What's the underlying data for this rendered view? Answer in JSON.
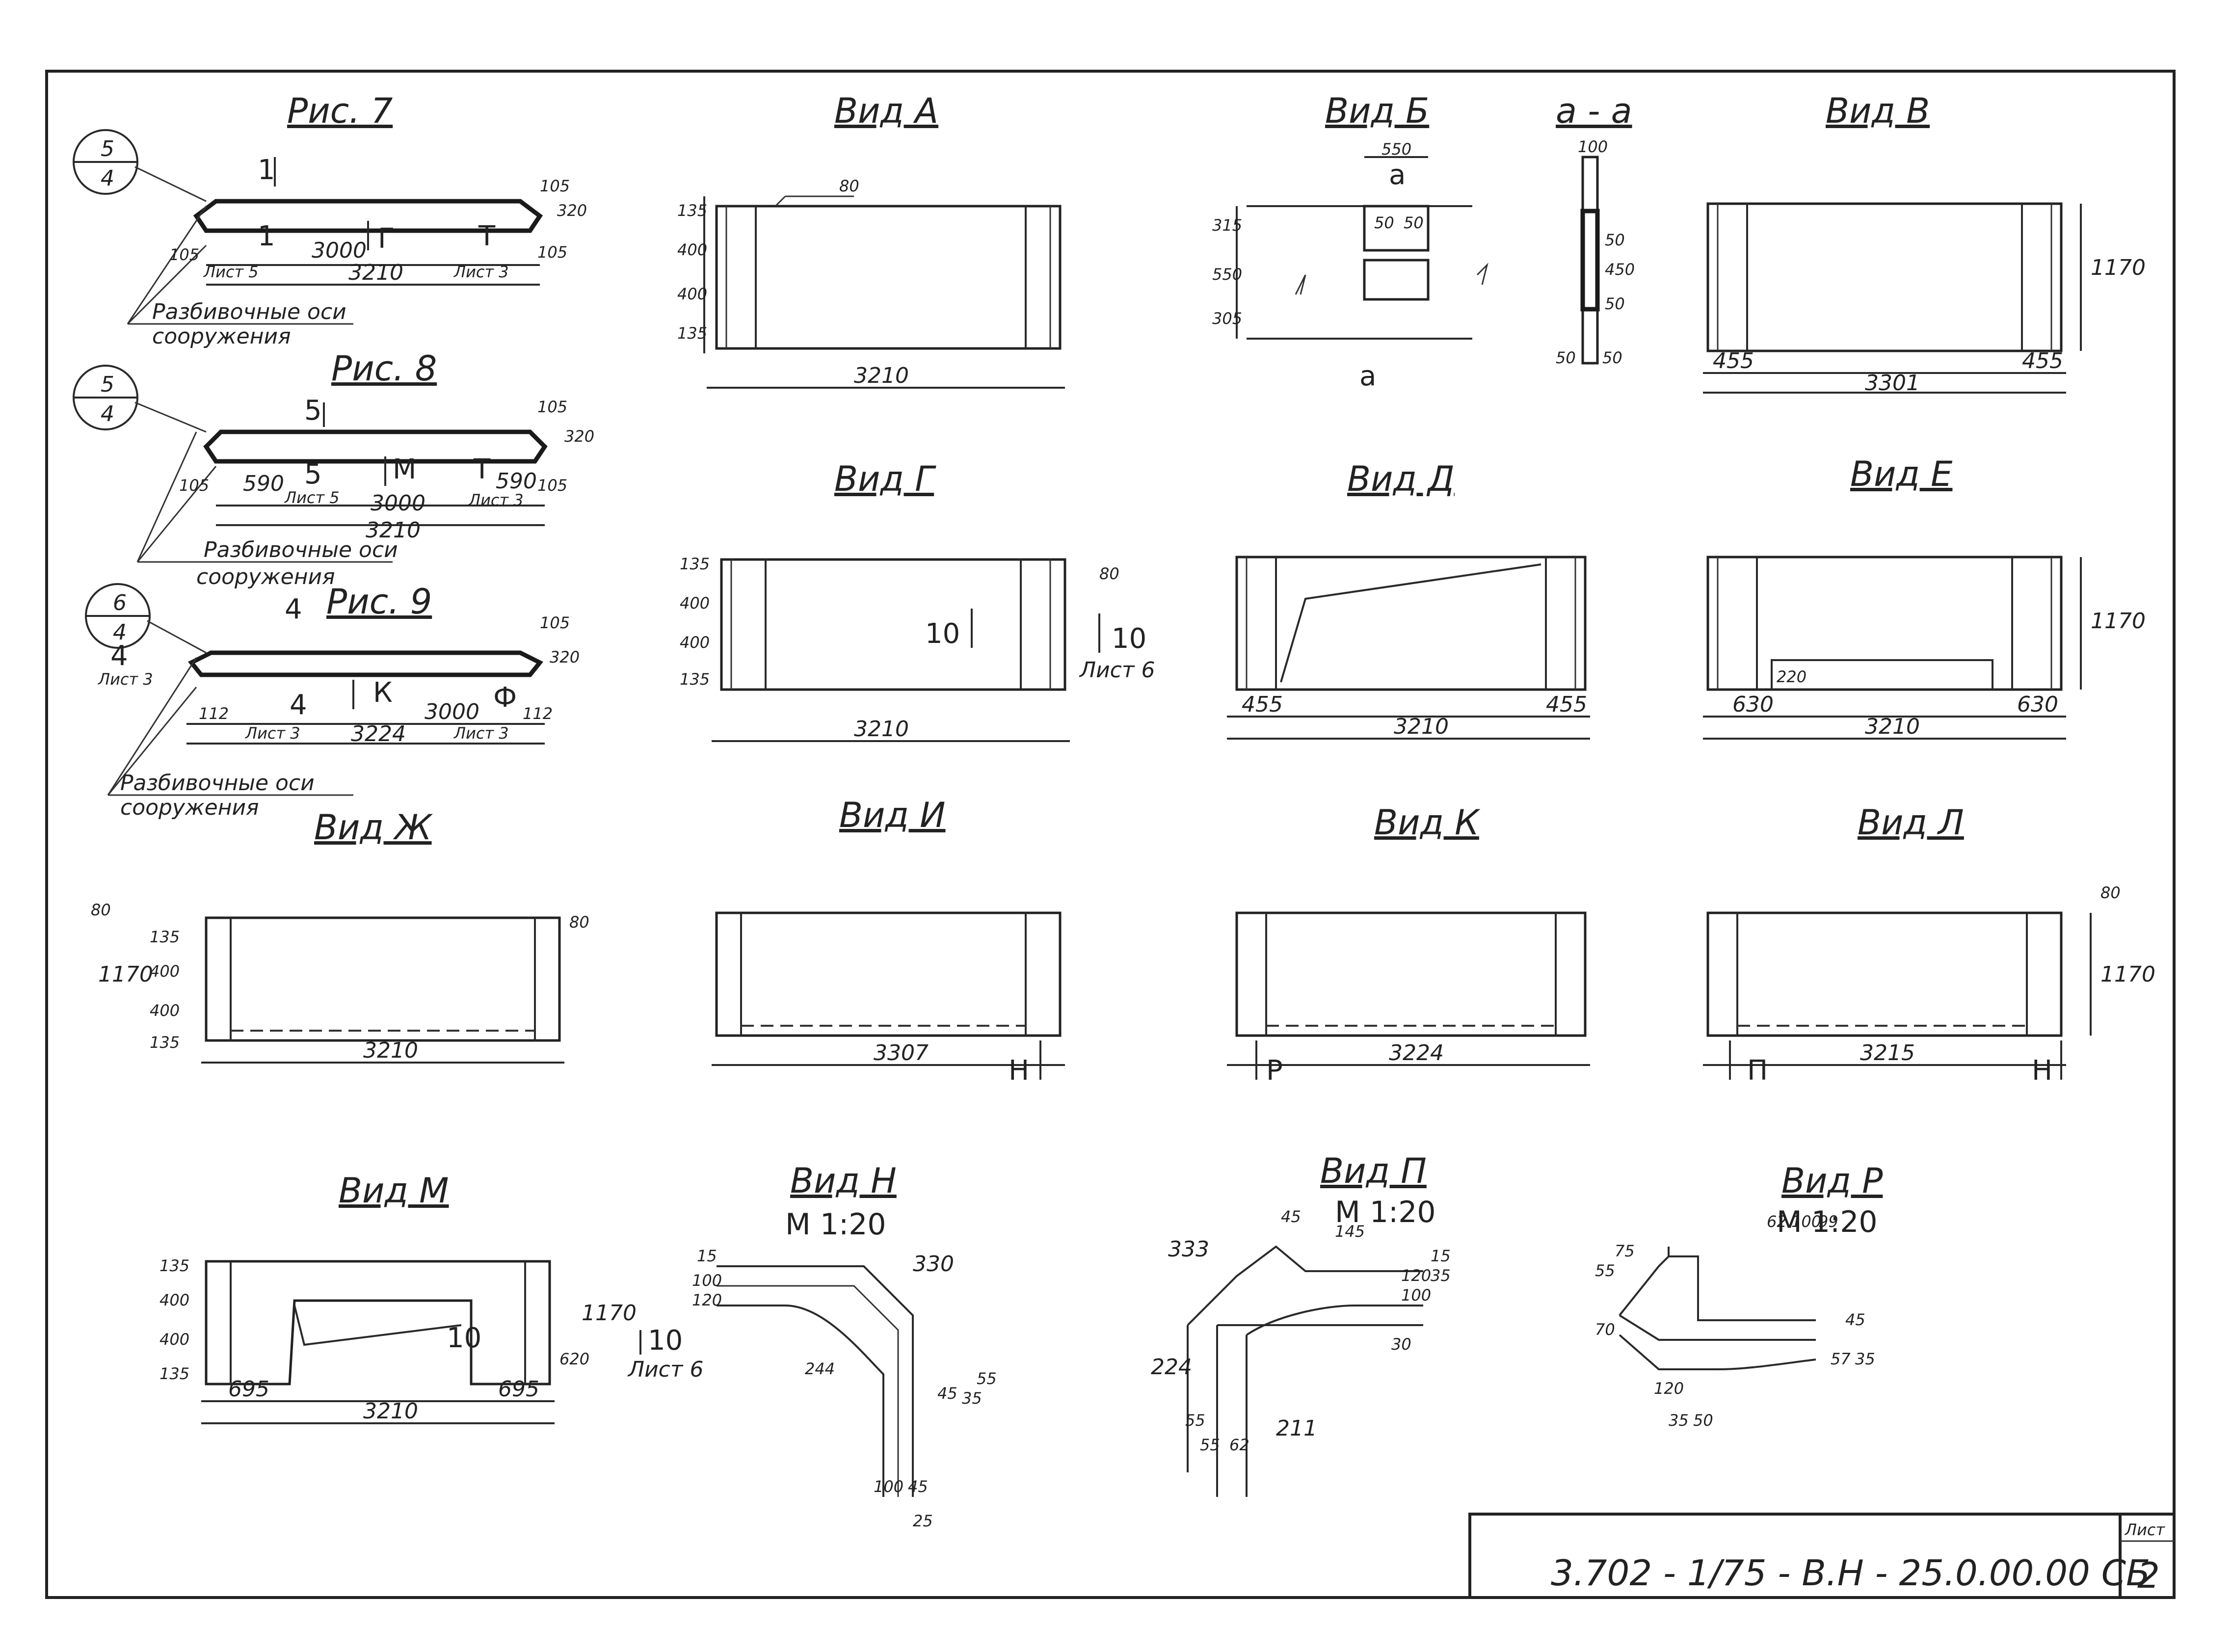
{
  "sheet": {
    "document_code": "3.702 - 1/75 - В.Н - 25.0.00.00 СБ",
    "sheet_label": "Лист",
    "sheet_number": "2"
  },
  "figures": {
    "ris7": {
      "title": "Рис. 7",
      "callout_top": "5",
      "callout_bottom": "4",
      "section_mark": "1",
      "section_mark2": "1",
      "view_mark_a": "Г",
      "view_mark_b": "Т",
      "dim_left": "105",
      "dim_mid": "3000",
      "dim_total": "3210",
      "dim_right": "105",
      "dim_h1": "105",
      "dim_h2": "320",
      "sheet_ref_a": "Лист 5",
      "sheet_ref_b": "Лист 3",
      "axes_line1": "Разбивочные оси",
      "axes_line2": "сооружения"
    },
    "ris8": {
      "title": "Рис. 8",
      "callout_top": "5",
      "callout_bottom": "4",
      "section_mark": "5",
      "section_mark2": "5",
      "view_mark_a": "М",
      "view_mark_b": "Т",
      "dim_left": "105",
      "dim_a": "590",
      "dim_mid": "3000",
      "dim_b": "590",
      "dim_right": "105",
      "dim_total": "3210",
      "dim_h1": "105",
      "dim_h2": "320",
      "sheet_ref_a": "Лист 5",
      "sheet_ref_b": "Лист 3",
      "axes_line1": "Разбивочные оси",
      "axes_line2": "сооружения"
    },
    "ris9": {
      "title": "Рис. 9",
      "callout_top": "6",
      "callout_bottom": "4",
      "section_mark": "4",
      "section_mark2": "4",
      "section_mark3": "4",
      "view_mark_a": "К",
      "view_mark_b": "Ф",
      "dim_left": "112",
      "dim_mid": "3000",
      "dim_total": "3224",
      "dim_right": "112",
      "dim_h1": "105",
      "dim_h2": "320",
      "sheet_ref_a": "Лист 3",
      "sheet_ref_b": "Лист 3",
      "sheet_ref_c": "Лист 3",
      "axes_line1": "Разбивочные оси",
      "axes_line2": "сооружения"
    }
  },
  "views": {
    "A": {
      "title": "Вид А",
      "width": "3210",
      "top": "80",
      "left_dims": [
        "135",
        "400",
        "400",
        "135"
      ]
    },
    "B": {
      "title": "Вид Б",
      "w_top": "550",
      "left_dims": [
        "315",
        "550",
        "305"
      ],
      "inner": [
        "50",
        "50"
      ],
      "cut": "а"
    },
    "aa": {
      "title": "а - а",
      "top": "100",
      "dims": [
        "50",
        "450",
        "50"
      ],
      "bottom": [
        "50",
        "50"
      ]
    },
    "V": {
      "title": "Вид В",
      "width": "3301",
      "left": "455",
      "right": "455",
      "height": "1170"
    },
    "G": {
      "title": "Вид Г",
      "width": "3210",
      "top": "80",
      "left_dims": [
        "135",
        "400",
        "400",
        "135"
      ],
      "mark": "10",
      "mark2": "10",
      "sheet_ref": "Лист 6"
    },
    "D": {
      "title": "Вид Д",
      "width": "3210",
      "left": "455",
      "right": "455"
    },
    "E": {
      "title": "Вид Е",
      "width": "3210",
      "left": "630",
      "right": "630",
      "height": "1170",
      "step": "220"
    },
    "Zh": {
      "title": "Вид Ж",
      "width": "3210",
      "top": "80",
      "height": "1170",
      "left_dims": [
        "135",
        "400",
        "400",
        "135"
      ],
      "extra": "80"
    },
    "I": {
      "title": "Вид И",
      "width": "3307",
      "mark_right": "Н"
    },
    "K": {
      "title": "Вид К",
      "width": "3224",
      "mark_left": "Р"
    },
    "L": {
      "title": "Вид Л",
      "width": "3215",
      "top": "80",
      "height": "1170",
      "mark_left": "П",
      "mark_right": "Н"
    },
    "M": {
      "title": "Вид М",
      "width": "3210",
      "left": "695",
      "right": "695",
      "height": "1170",
      "h_inner": "620",
      "left_dims": [
        "135",
        "400",
        "400",
        "135"
      ],
      "mark": "10",
      "mark2": "10",
      "sheet_ref": "Лист 6"
    },
    "N": {
      "title": "Вид Н",
      "scale": "М 1:20",
      "dims": [
        "330",
        "244",
        "100",
        "45",
        "35",
        "25",
        "15",
        "55",
        "45",
        "120",
        "100"
      ]
    },
    "P": {
      "title": "Вид П",
      "scale": "М 1:20",
      "dims": [
        "333",
        "224",
        "211",
        "145",
        "55",
        "55",
        "62",
        "15",
        "30",
        "120",
        "100",
        "45",
        "35"
      ]
    },
    "R": {
      "title": "Вид Р",
      "scale": "М 1:20",
      "dims": [
        "62",
        "100",
        "99",
        "55",
        "75",
        "45",
        "35",
        "57",
        "120",
        "70",
        "35",
        "50"
      ]
    }
  }
}
